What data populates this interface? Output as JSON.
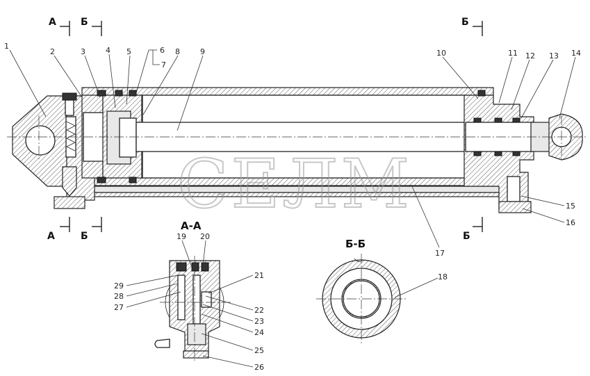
{
  "section_marks": {
    "a_top": "А",
    "b_top_left": "Б",
    "b_top_right": "Б",
    "a_bottom": "А",
    "b_bottom_left": "Б",
    "b_bottom_right": "Б"
  },
  "views": {
    "aa_title": "А-А",
    "bb_title": "Б-Б"
  },
  "watermark": "СЕЛМ",
  "callouts": [
    "1",
    "2",
    "3",
    "4",
    "5",
    "6",
    "7",
    "8",
    "9",
    "10",
    "11",
    "12",
    "13",
    "14",
    "15",
    "16",
    "17",
    "18",
    "19",
    "20",
    "21",
    "22",
    "23",
    "24",
    "25",
    "26",
    "27",
    "28",
    "29"
  ]
}
